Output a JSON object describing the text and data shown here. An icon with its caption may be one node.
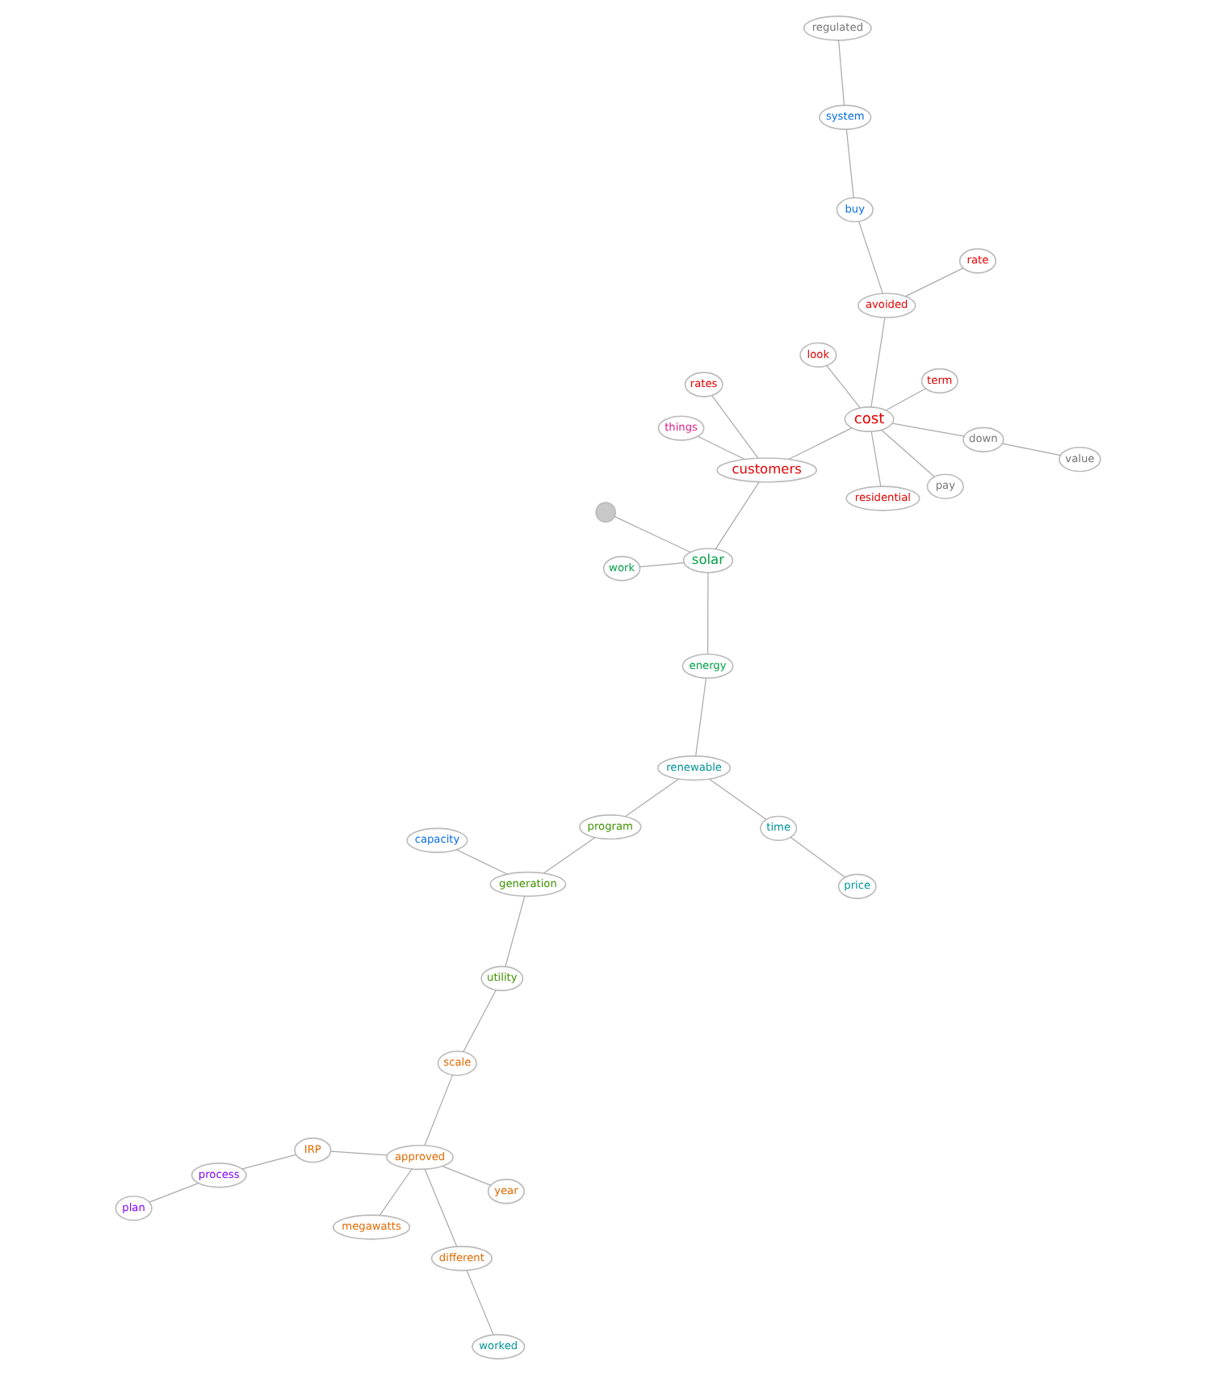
{
  "diagram": {
    "nodes": [
      {
        "text": [
          "process"
        ]
      },
      {
        "text": [
          "IRP"
        ]
      },
      {
        "text": [
          "megawatts"
        ]
      },
      {
        "text": [
          "plan"
        ]
      },
      {
        "text": [
          "year"
        ]
      },
      {
        "text": [
          "scale"
        ]
      },
      {
        "text": [
          "approved"
        ]
      },
      {
        "text": [
          "different"
        ]
      },
      {
        "text": [
          "worked"
        ]
      },
      {
        "text": [
          "utility"
        ]
      },
      {
        "text": [
          "capacity"
        ]
      },
      {
        "text": [
          "generation"
        ]
      },
      {
        "text": [
          "price"
        ]
      },
      {
        "text": [
          "time"
        ]
      },
      {
        "text": [],
        "shape": "circle"
      },
      {
        "text": [
          "renewable"
        ]
      },
      {
        "text": [
          "buy"
        ]
      },
      {
        "text": [
          "system"
        ]
      },
      {
        "text": [
          "program"
        ]
      },
      {
        "text": [
          "energy"
        ]
      },
      {
        "text": [
          "regulated"
        ]
      },
      {
        "text": [
          "residential"
        ]
      },
      {
        "text": [
          "solar"
        ]
      },
      {
        "text": [
          "avoided"
        ]
      },
      {
        "text": [
          "look"
        ]
      },
      {
        "text": [
          "pay"
        ]
      },
      {
        "text": [
          "rate"
        ]
      },
      {
        "text": [
          "work"
        ]
      },
      {
        "text": [
          "cost"
        ]
      },
      {
        "text": [
          "customers"
        ]
      },
      {
        "text": [
          "rates"
        ]
      },
      {
        "text": [
          "term"
        ]
      },
      {
        "text": [
          "value"
        ]
      },
      {
        "text": [
          "things"
        ]
      },
      {
        "text": [
          "down"
        ]
      }
    ],
    "edges": [
      {
        "from": 0,
        "to": 1,
        "arrow": "none"
      },
      {
        "from": 0,
        "to": 3,
        "arrow": "none"
      },
      {
        "from": 1,
        "to": 6,
        "arrow": "none"
      },
      {
        "from": 2,
        "to": 6,
        "arrow": "none"
      },
      {
        "from": 4,
        "to": 6,
        "arrow": "none"
      },
      {
        "from": 5,
        "to": 6,
        "arrow": "none"
      },
      {
        "from": 6,
        "to": 7,
        "arrow": "none"
      },
      {
        "from": 7,
        "to": 8,
        "arrow": "none"
      },
      {
        "from": 5,
        "to": 9,
        "arrow": "none"
      },
      {
        "from": 9,
        "to": 11,
        "arrow": "none"
      },
      {
        "from": 10,
        "to": 11,
        "arrow": "none"
      },
      {
        "from": 11,
        "to": 18,
        "arrow": "none"
      },
      {
        "from": 18,
        "to": 15,
        "arrow": "none"
      },
      {
        "from": 12,
        "to": 13,
        "arrow": "none"
      },
      {
        "from": 13,
        "to": 15,
        "arrow": "none"
      },
      {
        "from": 15,
        "to": 19,
        "arrow": "none"
      },
      {
        "from": 19,
        "to": 22,
        "arrow": "none"
      },
      {
        "from": 14,
        "to": 22,
        "arrow": "none"
      },
      {
        "from": 22,
        "to": 29,
        "arrow": "none"
      },
      {
        "from": 22,
        "to": 27,
        "arrow": "none"
      },
      {
        "from": 16,
        "to": 17,
        "arrow": "none"
      },
      {
        "from": 17,
        "to": 20,
        "arrow": "none"
      },
      {
        "from": 16,
        "to": 23,
        "arrow": "none"
      },
      {
        "from": 23,
        "to": 26,
        "arrow": "none"
      },
      {
        "from": 23,
        "to": 28,
        "arrow": "none"
      },
      {
        "from": 21,
        "to": 28,
        "arrow": "none"
      },
      {
        "from": 24,
        "to": 28,
        "arrow": "none"
      },
      {
        "from": 25,
        "to": 28,
        "arrow": "none"
      },
      {
        "from": 31,
        "to": 28,
        "arrow": "none"
      },
      {
        "from": 28,
        "to": 29,
        "arrow": "none"
      },
      {
        "from": 29,
        "to": 30,
        "arrow": "none"
      },
      {
        "from": 29,
        "to": 33,
        "arrow": "none"
      },
      {
        "from": 28,
        "to": 34,
        "arrow": "none"
      },
      {
        "from": 32,
        "to": 34,
        "arrow": "none"
      }
    ]
  }
}
